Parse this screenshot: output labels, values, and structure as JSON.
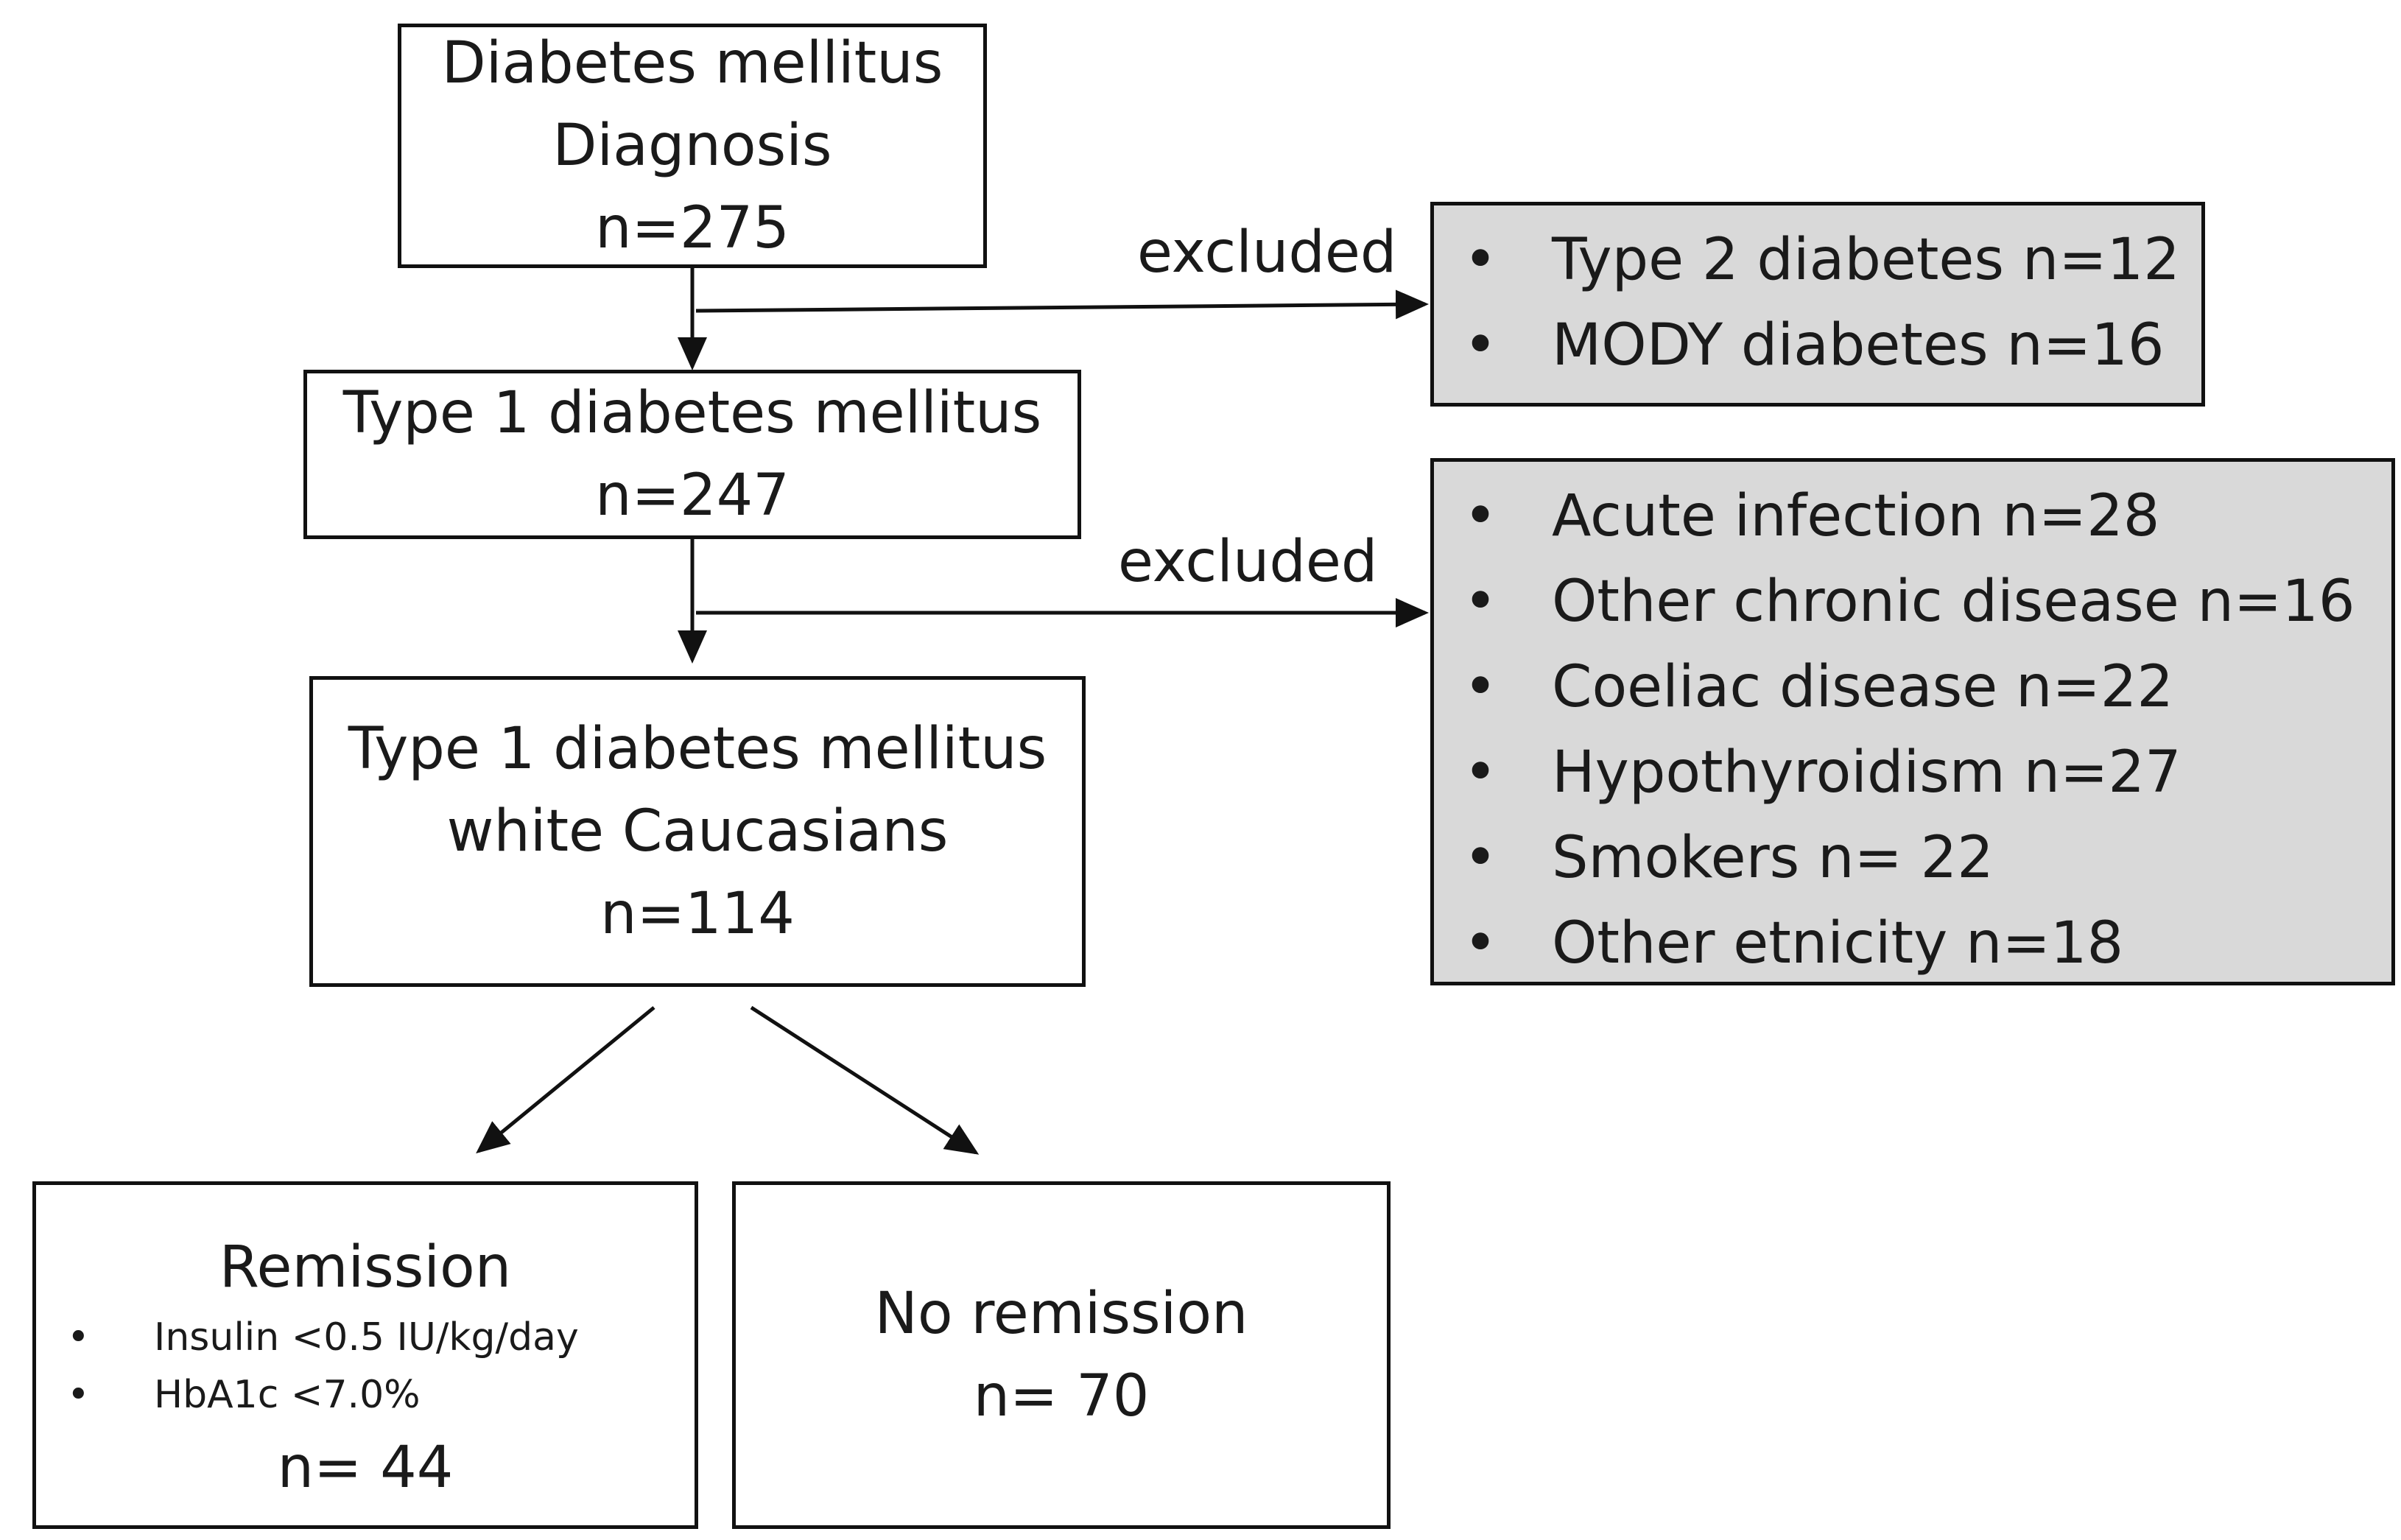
{
  "boxes": {
    "diagnosis": {
      "lines": [
        "Diabetes mellitus",
        "Diagnosis",
        "n=275"
      ]
    },
    "type1": {
      "lines": [
        "Type 1 diabetes mellitus",
        "n=247"
      ]
    },
    "caucasians": {
      "lines": [
        "Type 1 diabetes mellitus",
        "white Caucasians",
        "n=114"
      ]
    },
    "remission": {
      "title": "Remission",
      "criteria": [
        "Insulin <0.5 IU/kg/day",
        "HbA1c <7.0%"
      ],
      "n": "n= 44"
    },
    "no_remission": {
      "title": "No remission",
      "n": "n= 70"
    }
  },
  "exclusions": [
    {
      "label": "excluded",
      "items": [
        "Type 2 diabetes n=12",
        "MODY diabetes n=16"
      ]
    },
    {
      "label": "excluded",
      "items": [
        "Acute infection n=28",
        "Other chronic disease n=16",
        "Coeliac disease n=22",
        "Hypothyroidism n=27",
        "Smokers n= 22",
        "Other etnicity n=18"
      ]
    }
  ]
}
